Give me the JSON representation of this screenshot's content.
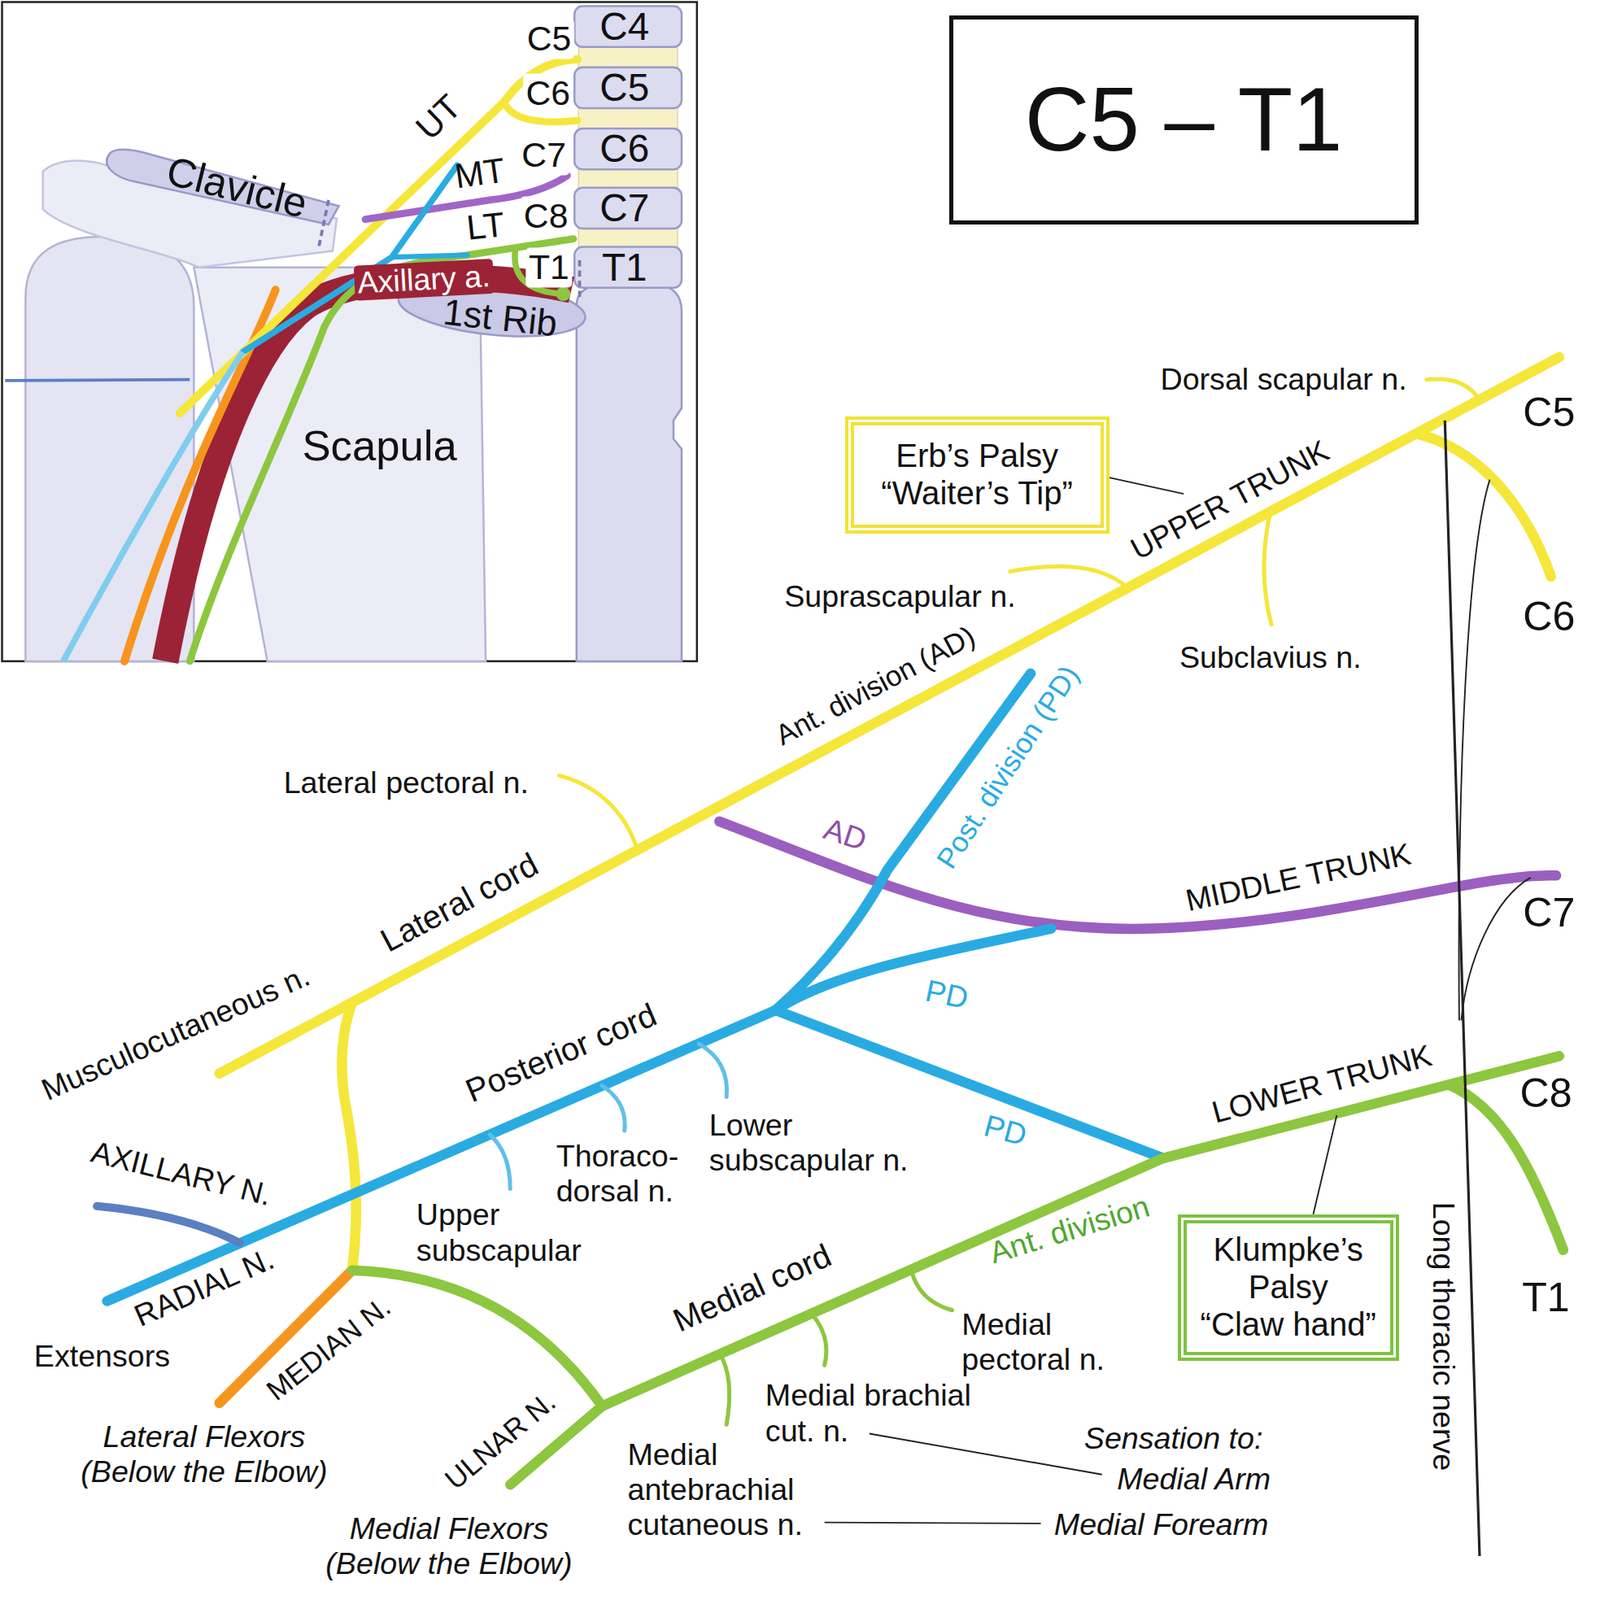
{
  "diagram": {
    "nodes": [
      {
        "text": [
          "C5 – T1"
        ]
      },
      {
        "text": [
          "Erb’s Palsy",
          "“Waiter’s Tip”"
        ]
      },
      {
        "text": [
          "Klumpke’s Palsy",
          "“Claw hand”"
        ]
      }
    ],
    "labels": [
      "C4",
      "C5",
      "C6",
      "C7",
      "T1",
      "C5",
      "C6",
      "UT",
      "Clavicle",
      "MT",
      "C7",
      "LT",
      "C8",
      "T1",
      "Axillary a.",
      "1st Rib",
      "Scapula",
      "Dorsal scapular n.",
      "C5",
      "UPPER TRUNK",
      "Suprascapular n.",
      "Subclavius n.",
      "C6",
      "Ant. division (AD)",
      "Post. division (PD)",
      "Lateral pectoral n.",
      "AD",
      "MIDDLE TRUNK",
      "C7",
      "Lateral cord",
      "Musculocutaneous n.",
      "Posterior cord",
      "PD",
      "PD",
      "LOWER TRUNK",
      "C8",
      "AXILLARY N.",
      "Lower subscapular n.",
      "Thoraco- dorsal n.",
      "Upper subscapular",
      "Ant. division",
      "RADIAL N.",
      "Extensors",
      "Medial cord",
      "Long thoracic nerve",
      "T1",
      "MEDIAN N.",
      "Medial pectoral n.",
      "Medial brachial cut. n.",
      "Lateral Flexors (Below the Elbow)",
      "Sensation to:",
      "Medial Arm",
      "ULNAR N.",
      "Medial antebrachial cutaneous n.",
      "Medial Forearm",
      "Medial Flexors (Below the Elbow)"
    ]
  }
}
